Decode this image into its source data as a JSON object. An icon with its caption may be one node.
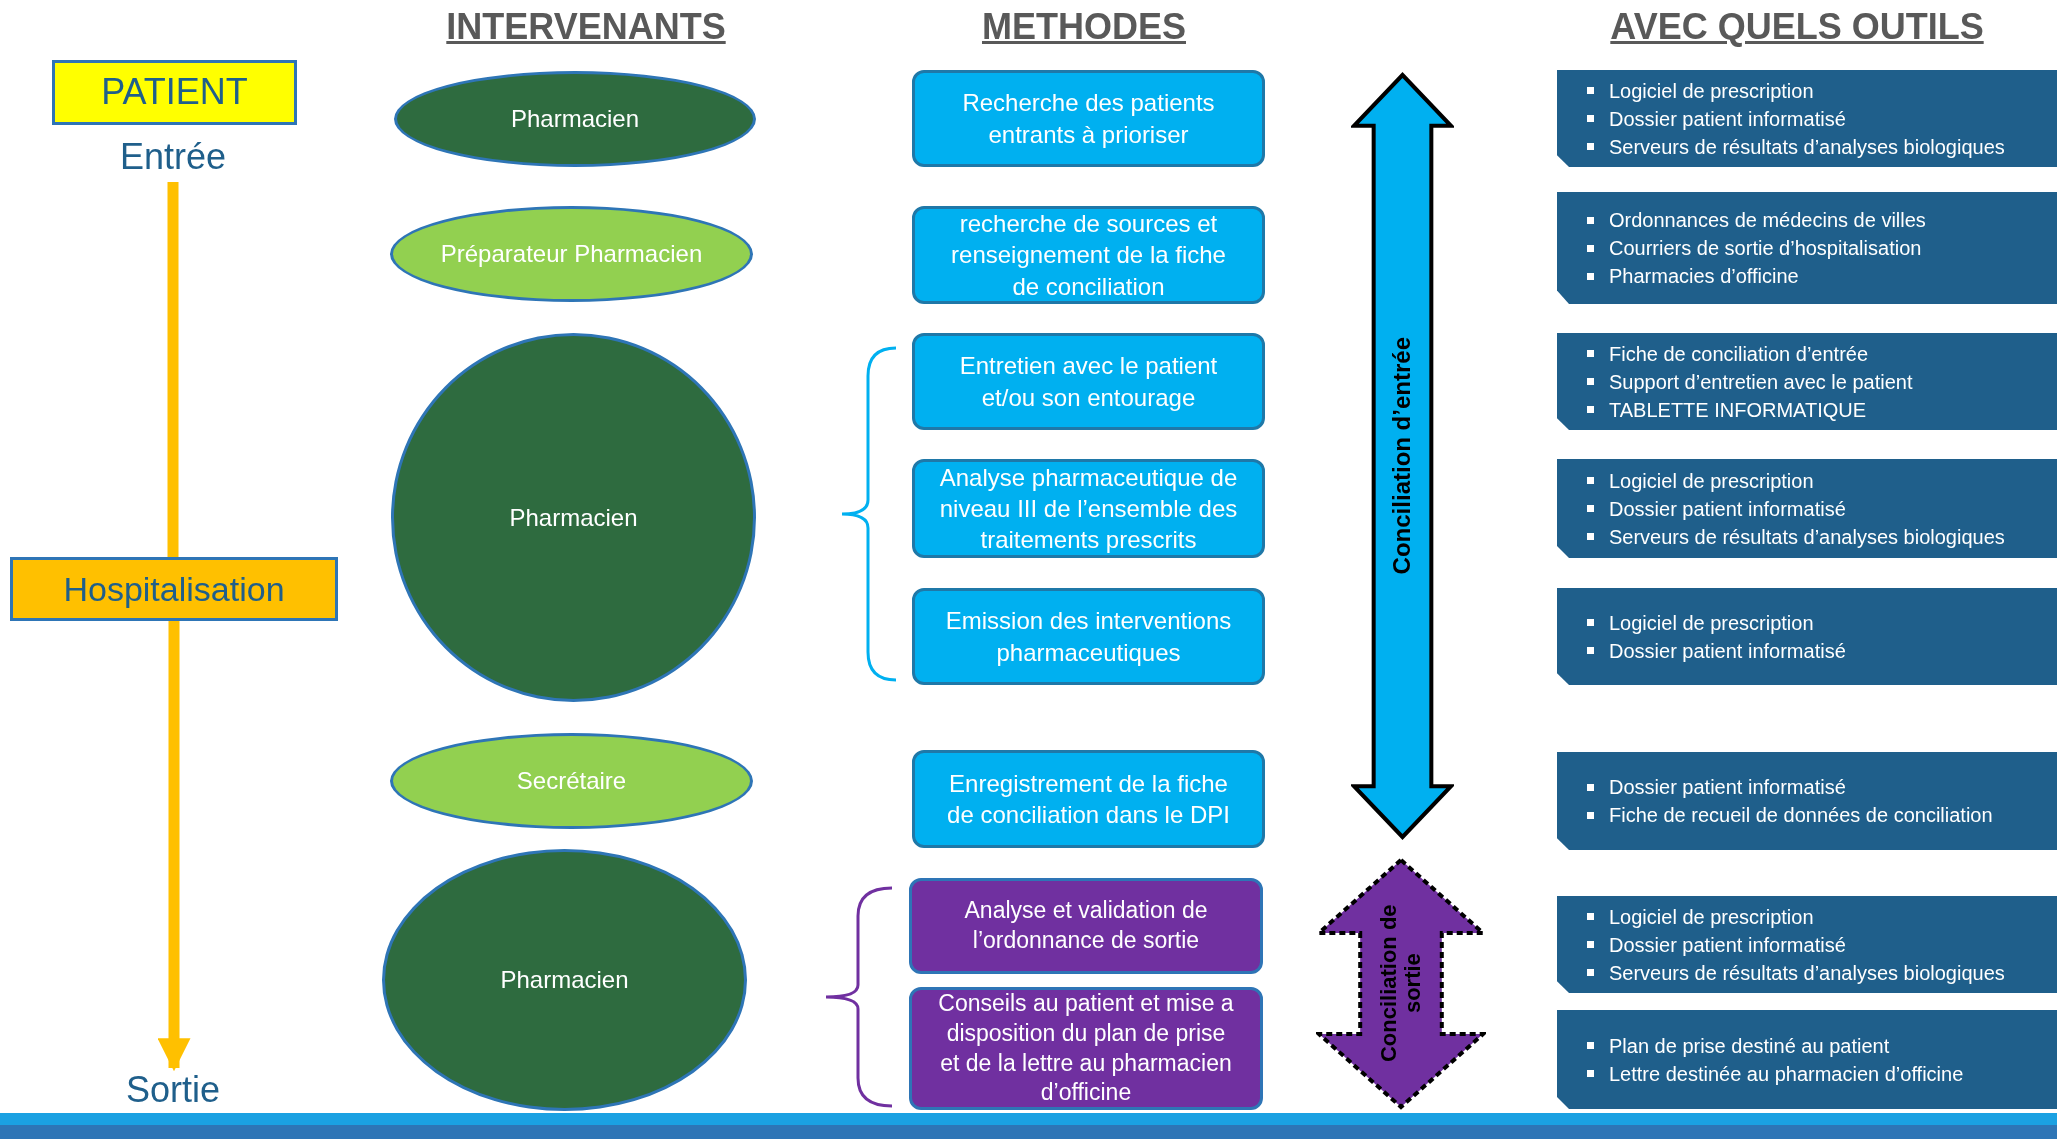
{
  "diagram": {
    "nodes": [
      {
        "text": [
          "PATIENT"
        ]
      },
      {
        "text": [
          "Entrée"
        ]
      },
      {
        "text": [
          "Hospitalisation"
        ]
      },
      {
        "text": [
          "Sortie"
        ]
      },
      {
        "text": [
          "Pharmacien"
        ]
      },
      {
        "text": [
          "Préparateur Pharmacien"
        ]
      },
      {
        "text": [
          "Pharmacien"
        ]
      },
      {
        "text": [
          "Secrétaire"
        ]
      },
      {
        "text": [
          "Pharmacien"
        ]
      },
      {
        "text": [
          "Recherche des patients entrants à prioriser"
        ]
      },
      {
        "text": [
          "recherche de sources et renseignement de la fiche de conciliation"
        ]
      },
      {
        "text": [
          "Entretien avec le patient et/ou son entourage"
        ]
      },
      {
        "text": [
          "Analyse pharmaceutique de niveau III de l’ensemble des traitements prescrits"
        ]
      },
      {
        "text": [
          "Emission des interventions pharmaceutiques"
        ]
      },
      {
        "text": [
          "Enregistrement de la fiche de conciliation dans le DPI"
        ]
      },
      {
        "text": [
          "Analyse et validation de l’ordonnance de sortie"
        ]
      },
      {
        "text": [
          "Conseils au patient et mise a disposition du plan de prise et de la lettre au pharmacien d’officine"
        ]
      },
      {
        "text": [
          "Conciliation d’entrée"
        ]
      },
      {
        "text": [
          "Conciliation de sortie"
        ]
      },
      {
        "text": [
          "Logiciel de prescription",
          "Dossier patient informatisé",
          "Serveurs de résultats d’analyses biologiques"
        ]
      },
      {
        "text": [
          "Ordonnances de médecins de villes",
          "Courriers de sortie d’hospitalisation",
          "Pharmacies d’officine"
        ]
      },
      {
        "text": [
          "Fiche de conciliation d’entrée",
          "Support d’entretien avec le patient",
          "TABLETTE INFORMATIQUE"
        ]
      },
      {
        "text": [
          "Logiciel de prescription",
          "Dossier patient informatisé",
          "Serveurs de résultats d’analyses biologiques"
        ]
      },
      {
        "text": [
          "Logiciel de prescription",
          "Dossier patient informatisé"
        ]
      },
      {
        "text": [
          "Dossier patient informatisé",
          "Fiche de recueil de données de conciliation"
        ]
      },
      {
        "text": [
          "Logiciel de prescription",
          "Dossier patient informatisé",
          "Serveurs de résultats d’analyses biologiques"
        ]
      },
      {
        "text": [
          "Plan de prise destiné au patient",
          "Lettre destinée au pharmacien d’officine"
        ]
      }
    ],
    "edges": [
      {
        "from": 1,
        "to": 2,
        "arrow": "none"
      },
      {
        "from": 2,
        "to": 3,
        "arrow": "to"
      }
    ],
    "labels": [
      "INTERVENANTS",
      "METHODES",
      "AVEC QUELS OUTILS"
    ]
  }
}
